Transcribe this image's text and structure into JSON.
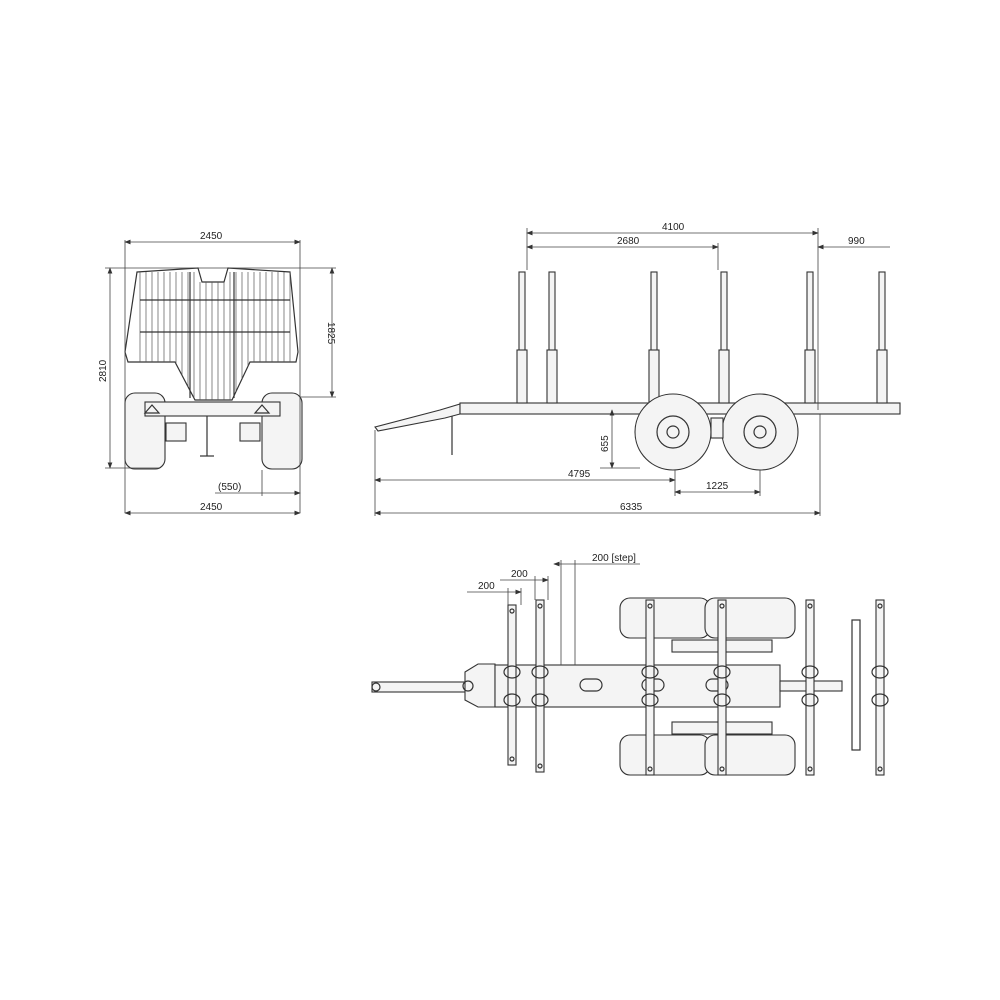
{
  "front_view": {
    "width_top": "2450",
    "bunk_height": "1825",
    "overall_height": "2810",
    "track_offset": "(550)",
    "width_bottom": "2450"
  },
  "side_view": {
    "stake_span": "4100",
    "stake_to_axle": "2680",
    "rear_overhang": "990",
    "frame_height": "655",
    "hitch_to_axle": "4795",
    "axle_spacing": "1225",
    "overall_length": "6335"
  },
  "top_view": {
    "spacing_1": "200",
    "spacing_2": "200",
    "spacing_step": "200 [step]"
  },
  "colors": {
    "line": "#333333",
    "background": "#ffffff"
  }
}
